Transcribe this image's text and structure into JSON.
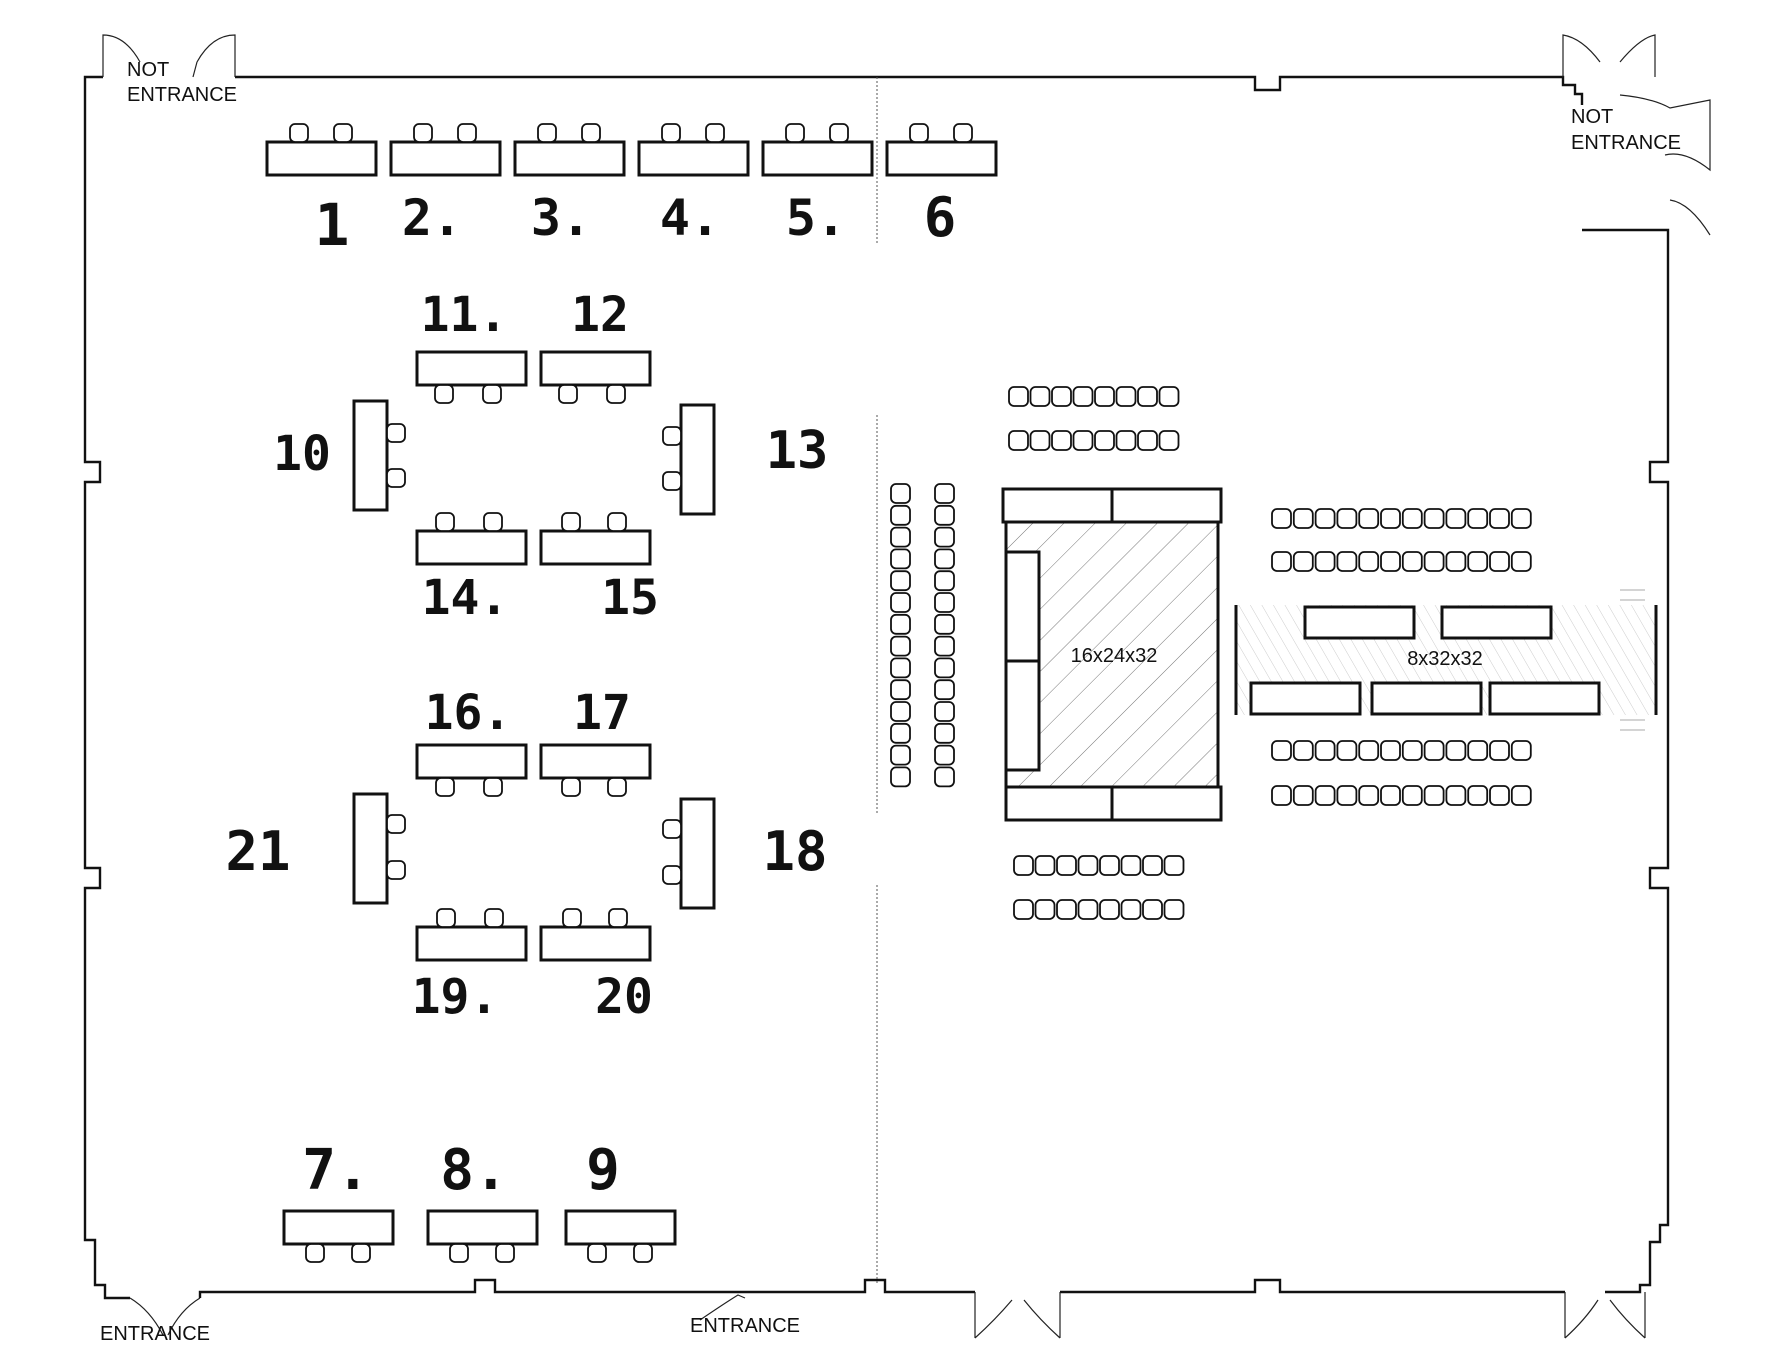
{
  "labels": {
    "not_entrance_left": [
      "NOT",
      "ENTRANCE"
    ],
    "not_entrance_right": [
      "NOT",
      "ENTRANCE"
    ],
    "entrance_left": "ENTRANCE",
    "entrance_center": "ENTRANCE"
  },
  "stage": {
    "label": "16x24x32"
  },
  "runway": {
    "label": "8x32x32"
  },
  "tables": [
    {
      "id": "t1",
      "label": "1"
    },
    {
      "id": "t2",
      "label": "2."
    },
    {
      "id": "t3",
      "label": "3."
    },
    {
      "id": "t4",
      "label": "4."
    },
    {
      "id": "t5",
      "label": "5."
    },
    {
      "id": "t6",
      "label": "6"
    },
    {
      "id": "t7",
      "label": "7."
    },
    {
      "id": "t8",
      "label": "8."
    },
    {
      "id": "t9",
      "label": "9"
    },
    {
      "id": "t10",
      "label": "10"
    },
    {
      "id": "t11",
      "label": "11."
    },
    {
      "id": "t12",
      "label": "12"
    },
    {
      "id": "t13",
      "label": "13"
    },
    {
      "id": "t14",
      "label": "14."
    },
    {
      "id": "t15",
      "label": "15"
    },
    {
      "id": "t16",
      "label": "16."
    },
    {
      "id": "t17",
      "label": "17"
    },
    {
      "id": "t18",
      "label": "18"
    },
    {
      "id": "t19",
      "label": "19."
    },
    {
      "id": "t20",
      "label": "20"
    },
    {
      "id": "t21",
      "label": "21"
    }
  ]
}
